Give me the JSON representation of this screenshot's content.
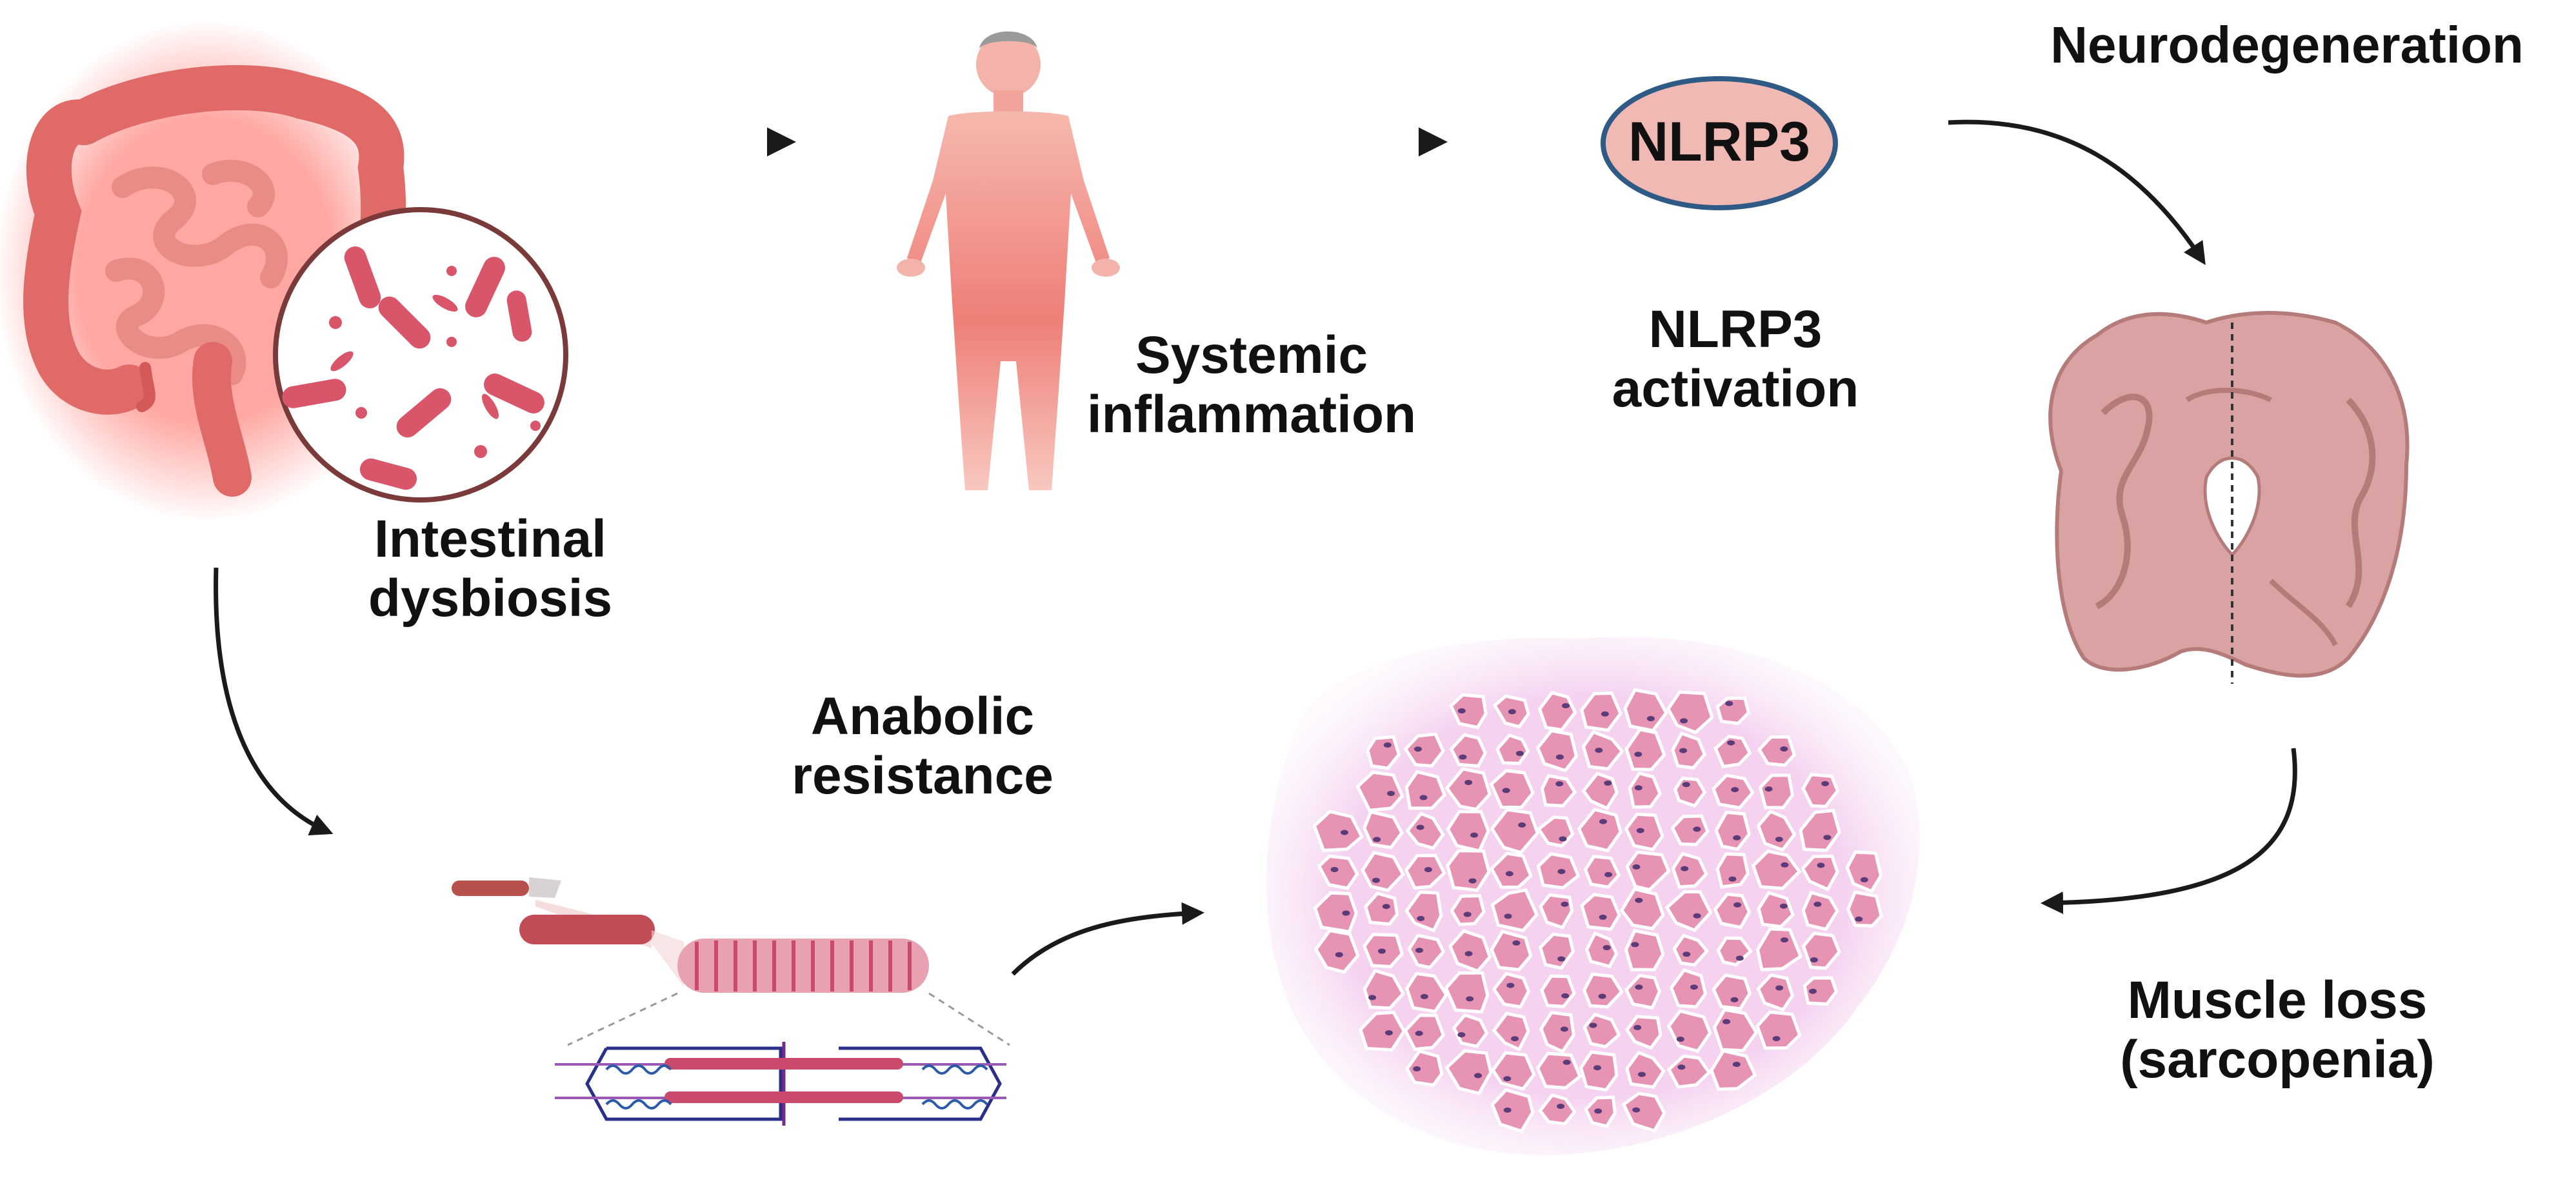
{
  "labels": {
    "intestinal_dysbiosis": [
      "Intestinal",
      "dysbiosis"
    ],
    "systemic_inflammation": [
      "Systemic",
      "inflammation"
    ],
    "nlrp3_badge": "NLRP3",
    "nlrp3_activation": [
      "NLRP3",
      "activation"
    ],
    "neurodegeneration": "Neurodegeneration",
    "anabolic_resistance": [
      "Anabolic",
      "resistance"
    ],
    "muscle_loss": [
      "Muscle loss",
      "(sarcopenia)"
    ]
  },
  "colors": {
    "text": "#111111",
    "arrow": "#1a1a1a",
    "gut": "#e06a68",
    "gut_glow": "#ff3b30",
    "bacteria": "#d9566a",
    "body": "#f08a80",
    "badge_fill": "#f1b9b3",
    "badge_stroke": "#2f5a85",
    "brain": "#d9a3a3",
    "muscle_bg": "#f7dff4",
    "muscle_cell": "#e693b4",
    "nucleus": "#5b3c78",
    "myofibril": "#c94a6a",
    "filament_blue": "#2b5ba8"
  },
  "icons": [
    "gut-icon",
    "bacteria-magnifier-icon",
    "human-body-icon",
    "brain-section-icon",
    "muscle-fiber-icon",
    "muscle-tissue-icon"
  ]
}
